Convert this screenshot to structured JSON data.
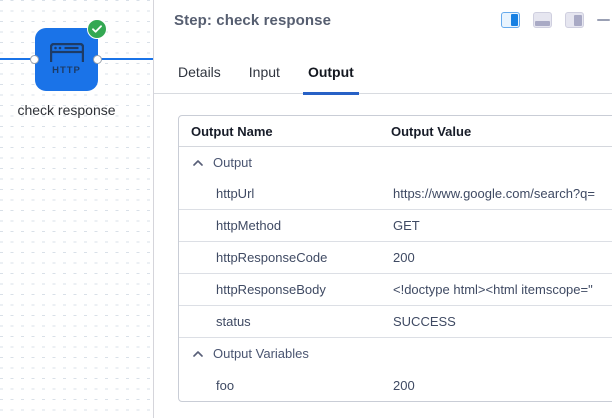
{
  "colors": {
    "accent_blue": "#1a73e8",
    "success_green": "#34a853",
    "tab_underline_blue": "#2761c6"
  },
  "canvas": {
    "node_label": "check response",
    "node_icon_label": "HTTP",
    "node_status_icon": "check-circle"
  },
  "panel": {
    "header": {
      "title": "Step: check response",
      "window_controls": [
        "layout-split-left",
        "layout-split-bottom",
        "layout-split-right",
        "minimize"
      ]
    },
    "tabs": [
      {
        "label": "Details",
        "active": false
      },
      {
        "label": "Input",
        "active": false
      },
      {
        "label": "Output",
        "active": true
      }
    ],
    "output_table": {
      "columns": [
        "Output Name",
        "Output Value"
      ],
      "rows": [
        {
          "type": "group",
          "label": "Output",
          "expanded": true
        },
        {
          "type": "item",
          "name": "httpUrl",
          "value": "https://www.google.com/search?q="
        },
        {
          "type": "item",
          "name": "httpMethod",
          "value": "GET"
        },
        {
          "type": "item",
          "name": "httpResponseCode",
          "value": "200"
        },
        {
          "type": "item",
          "name": "httpResponseBody",
          "value": "<!doctype html><html itemscope=\""
        },
        {
          "type": "item",
          "name": "status",
          "value": "SUCCESS"
        },
        {
          "type": "group",
          "label": "Output Variables",
          "expanded": true
        },
        {
          "type": "item",
          "name": "foo",
          "value": "200"
        }
      ]
    }
  }
}
